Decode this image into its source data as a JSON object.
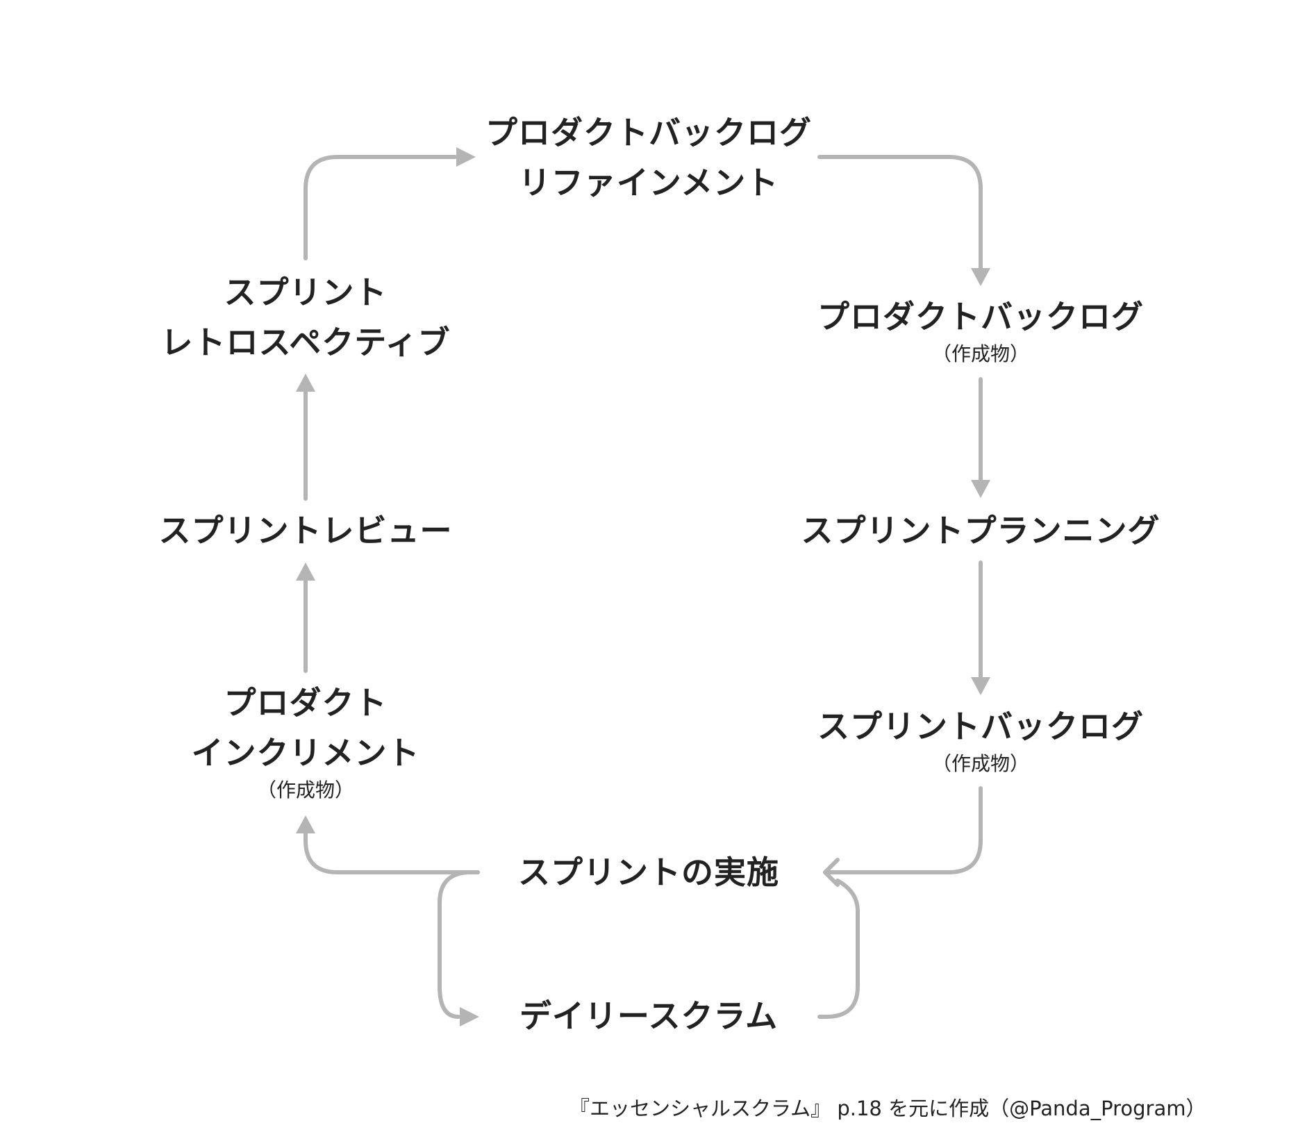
{
  "diagram": {
    "nodes": {
      "refinement": {
        "line1": "プロダクトバックログ",
        "line2": "リファインメント"
      },
      "product_backlog": {
        "line1": "プロダクトバックログ",
        "sub": "（作成物）"
      },
      "sprint_planning": {
        "line1": "スプリントプランニング"
      },
      "sprint_backlog": {
        "line1": "スプリントバックログ",
        "sub": "（作成物）"
      },
      "sprint_execution": {
        "line1": "スプリントの実施"
      },
      "daily_scrum": {
        "line1": "デイリースクラム"
      },
      "product_increment": {
        "line1": "プロダクト",
        "line2": "インクリメント",
        "sub": "（作成物）"
      },
      "sprint_review": {
        "line1": "スプリントレビュー"
      },
      "sprint_retrospective": {
        "line1": "スプリント",
        "line2": "レトロスペクティブ"
      }
    },
    "arrow_color": "#b4b4b4"
  },
  "caption": "『エッセンシャルスクラム』 p.18 を元に作成（@Panda_Program）"
}
